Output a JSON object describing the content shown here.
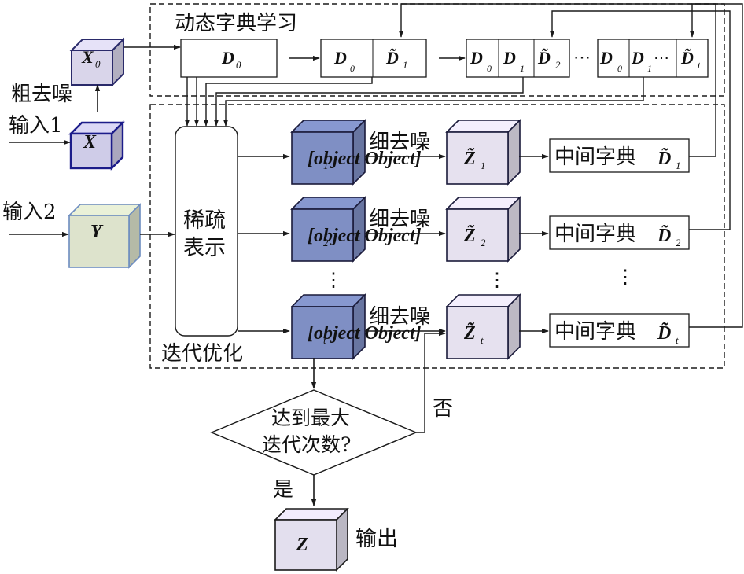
{
  "labels": {
    "dynamic_dict_learning": "动态字典学习",
    "coarse_denoise": "粗去噪",
    "input1": "输入1",
    "input2": "输入2",
    "sparse_rep_line1": "稀疏",
    "sparse_rep_line2": "表示",
    "iterative_opt": "迭代优化",
    "fine_denoise": "细去噪",
    "mid_dict": "中间字典",
    "decision_line1": "达到最大",
    "decision_line2": "迭代次数?",
    "no": "否",
    "yes": "是",
    "output": "输出",
    "ellipsis": "⋯",
    "vdots": "⋮"
  },
  "symbols": {
    "X0": {
      "base": "X",
      "sub": "0"
    },
    "X": {
      "base": "X",
      "sub": ""
    },
    "Y": {
      "base": "Y",
      "sub": ""
    },
    "Z": {
      "base": "Z",
      "sub": ""
    },
    "D": "D",
    "D_tilde": "D̃",
    "Z_tilde": "Z̃",
    "sub_0": "0",
    "sub_1": "1",
    "sub_2": "2",
    "sub_t": "t"
  },
  "rows": [
    {
      "z_sub": "1",
      "dict_sub": "1"
    },
    {
      "z_sub": "2",
      "dict_sub": "2"
    },
    {
      "z_sub": "t",
      "dict_sub": "t"
    }
  ],
  "colors": {
    "x0_cube": "#d9d5ea",
    "x_cube": "#cfcce8",
    "y_cube": "#dde3cc",
    "z_cube": "#7f8fc4",
    "ztilde_cube": "#e6e1ef",
    "out_cube": "#e3dfee",
    "stroke": "#1a1a1a"
  }
}
